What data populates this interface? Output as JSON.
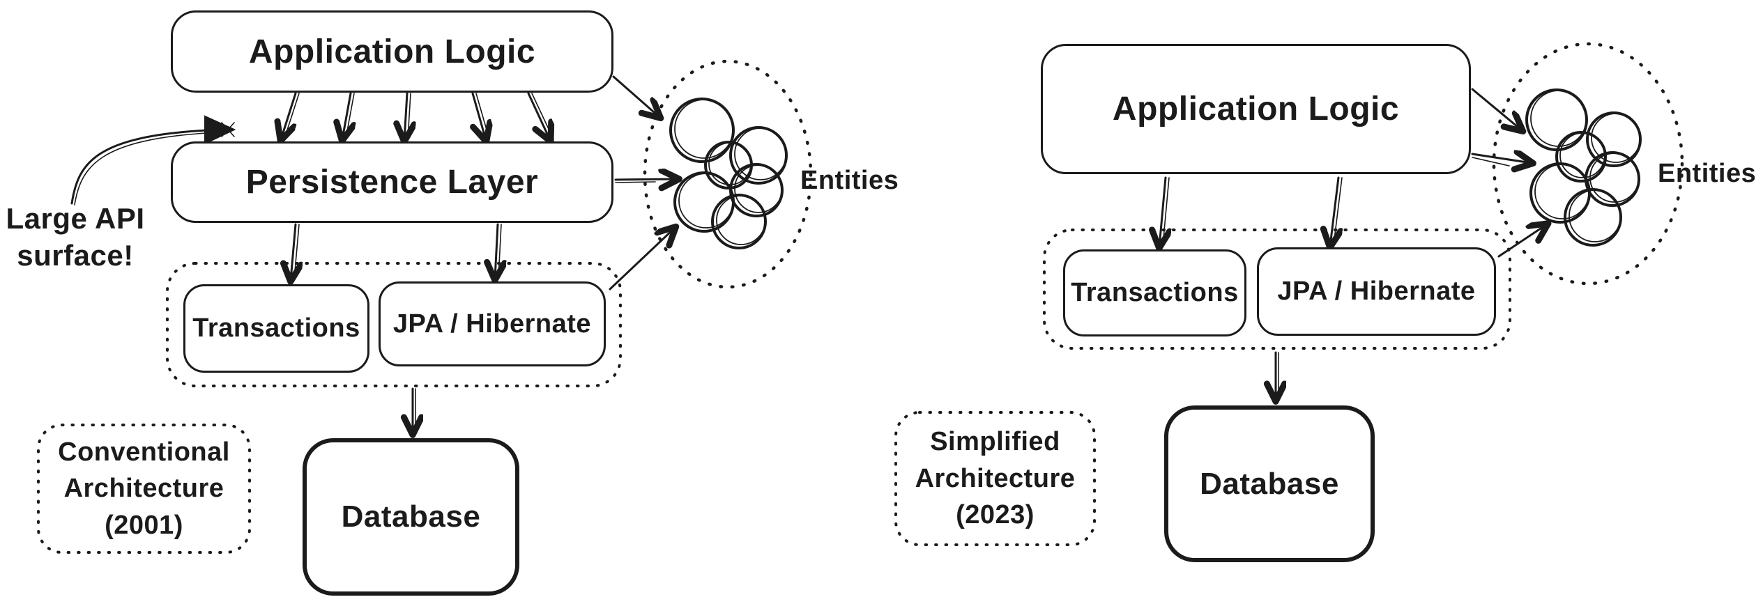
{
  "colors": {
    "ink": "#1b1b1b",
    "background": "#ffffff"
  },
  "left_diagram": {
    "application_logic": "Application Logic",
    "persistence_layer": "Persistence Layer",
    "transactions": "Transactions",
    "jpa_hibernate": "JPA / Hibernate",
    "database": "Database",
    "entities": "Entities",
    "annotation": [
      "Large API",
      "surface!"
    ],
    "caption": [
      "Conventional",
      "Architecture",
      "(2001)"
    ]
  },
  "right_diagram": {
    "application_logic": "Application Logic",
    "transactions": "Transactions",
    "jpa_hibernate": "JPA / Hibernate",
    "database": "Database",
    "entities": "Entities",
    "caption": [
      "Simplified",
      "Architecture",
      "(2023)"
    ]
  }
}
